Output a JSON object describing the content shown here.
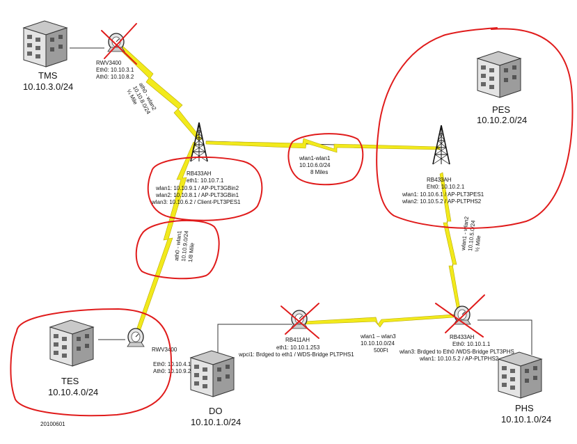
{
  "sites": {
    "tms": {
      "name": "TMS",
      "subnet": "10.10.3.0/24"
    },
    "pes": {
      "name": "PES",
      "subnet": "10.10.2.0/24"
    },
    "tes": {
      "name": "TES",
      "subnet": "10.10.4.0/24"
    },
    "do": {
      "name": "DO",
      "subnet": "10.10.1.0/24"
    },
    "phs": {
      "name": "PHS",
      "subnet": "10.10.1.0/24"
    }
  },
  "devices": {
    "rwv_tms": {
      "model": "RWV3400",
      "lines": [
        "Eth0: 10.10.3.1",
        "Ath0: 10.10.8.2"
      ]
    },
    "rb_center": {
      "model": "RB433AH",
      "lines": [
        "eth1: 10.10.7.1",
        "wlan1: 10.10.9.1 / AP-PLT3GBin2",
        "wlan2: 10.10.8.1 / AP-PLT3GBin1",
        "wlan3: 10.10.6.2 / Client-PLT3PES1"
      ]
    },
    "rb_pes": {
      "model": "RB433AH",
      "lines": [
        "Eht0: 10.10.2.1",
        "wlan1: 10.10.6.1 / AP-PLT3PES1",
        "wlan2: 10.10.5.2 / AP-PLTPHS2"
      ]
    },
    "rwv_tes": {
      "model": "RWV3400",
      "lines": [
        "Eth0: 10.10.4.1",
        "Ath0: 10.10.9.2"
      ]
    },
    "rb411": {
      "model": "RB411AH",
      "lines": [
        "eth1: 10.10.1.253",
        "wpci1: Brdged to eth1 / WDS-Bridge PLTPHS1"
      ]
    },
    "rb_phs": {
      "model": "RB433AH",
      "lines": [
        "Eth0: 10.10.1.1",
        "wlan3: Brdged to Eth0 /WDS-Bridge PLT3PHS",
        "wlan1: 10.10.5.2 / AP-PLTPHS2"
      ]
    }
  },
  "links": {
    "tms_center": [
      "ath0 - wlan2",
      "10.10.8.0/24",
      "¼ Mile"
    ],
    "center_pes": [
      "wlan1-wlan1",
      "10.10.6.0/24",
      "8 Miles"
    ],
    "center_tes": [
      "ath0 - wlan1",
      "10.10.9.0/24",
      "1/8 Mile"
    ],
    "pes_phs": [
      "wlan1 - wlan2",
      "10.10.5.0/24",
      "½ Mile"
    ],
    "do_phs": [
      "wlan1 – wlan3",
      "10.10.10.0/24",
      "500Ft"
    ]
  },
  "footer": {
    "date": "20100601"
  },
  "colors": {
    "link": "#f2ea1c",
    "annotation": "#e01b1b"
  }
}
